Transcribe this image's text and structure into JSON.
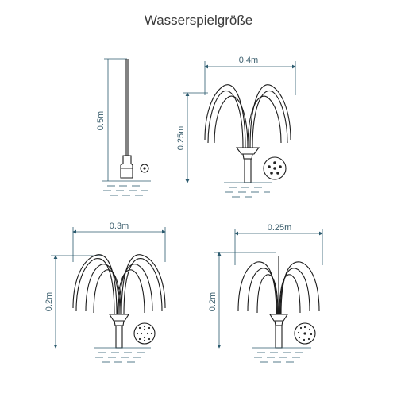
{
  "title": "Wasserspielgröße",
  "figures": [
    {
      "name": "single-jet",
      "height_label": "0.5m",
      "width_label": ""
    },
    {
      "name": "tulip-large",
      "height_label": "0.25m",
      "width_label": "0.4m"
    },
    {
      "name": "tulip-small",
      "height_label": "0.2m",
      "width_label": "0.3m"
    },
    {
      "name": "crown",
      "height_label": "0.2m",
      "width_label": "0.25m"
    }
  ],
  "colors": {
    "dimension": "#2b5a6e",
    "drawing": "#1c1c1c",
    "title": "#3a3a3a"
  }
}
